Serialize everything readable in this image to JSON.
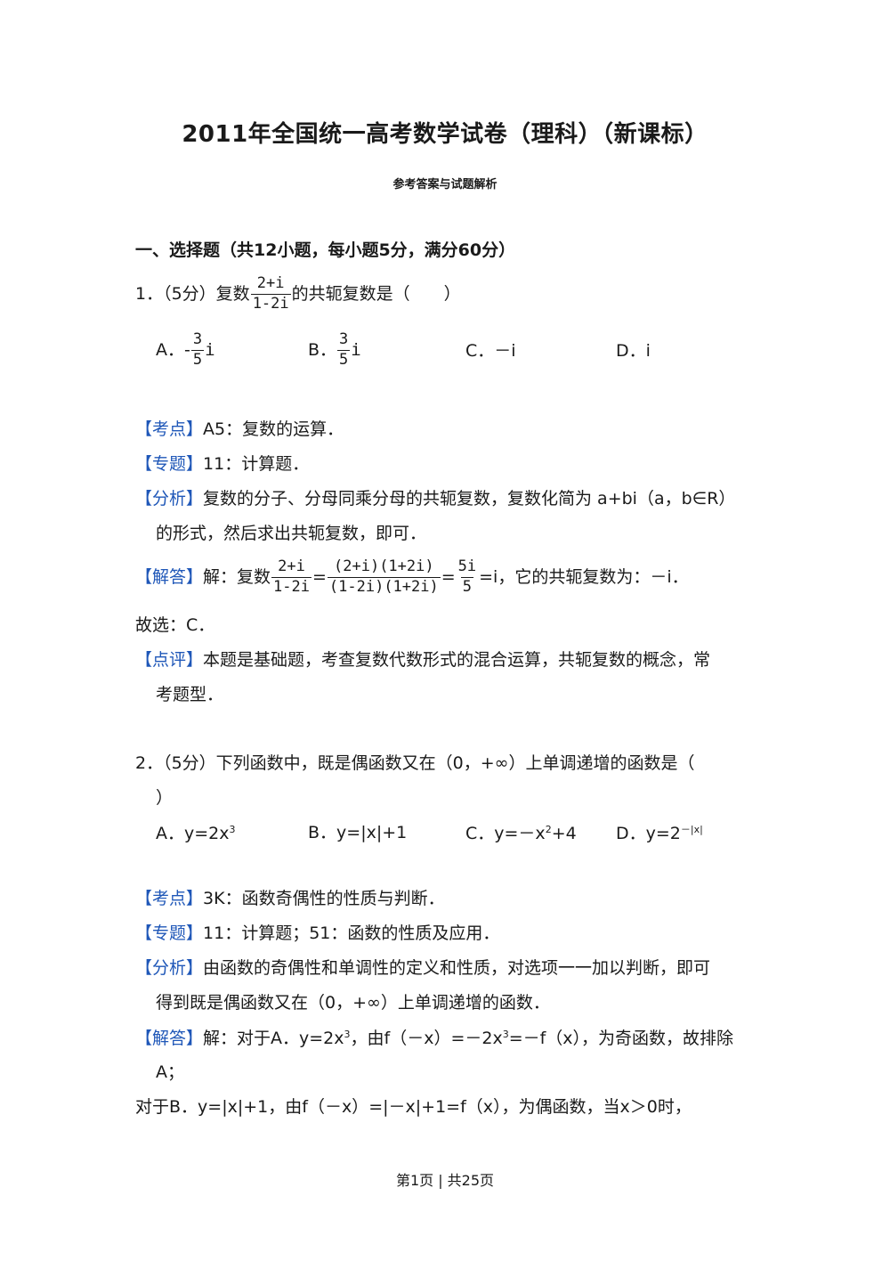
{
  "header": {
    "title": "2011年全国统一高考数学试卷（理科）（新课标）",
    "subtitle": "参考答案与试题解析"
  },
  "section": {
    "heading": "一、选择题（共12小题，每小题5分，满分60分）"
  },
  "q1": {
    "stem_pre": "1．（5分）复数",
    "frac_num": "2+i",
    "frac_den": "1-2i",
    "stem_post": "的共轭复数是（　　）",
    "opt_a_label": "A．",
    "opt_a_sign": "-",
    "opt_a_num": "3",
    "opt_a_den": "5",
    "opt_a_tail": "i",
    "opt_b_label": "B．",
    "opt_b_num": "3",
    "opt_b_den": "5",
    "opt_b_tail": "i",
    "opt_c": "C．－i",
    "opt_d": "D．i",
    "kaodian_tag": "【考点】",
    "kaodian": "A5：复数的运算．",
    "zhuanti_tag": "【专题】",
    "zhuanti": "11：计算题．",
    "fenxi_tag": "【分析】",
    "fenxi_1": "复数的分子、分母同乘分母的共轭复数，复数化简为 a+bi（a，b∈R）",
    "fenxi_2": "的形式，然后求出共轭复数，即可．",
    "jieda_tag": "【解答】",
    "jieda_pre": "解：复数",
    "jf1_num": "2+i",
    "jf1_den": "1-2i",
    "eq1": "=",
    "jf2_num": "(2+i)(1+2i)",
    "jf2_den": "(1-2i)(1+2i)",
    "eq2": "=",
    "jf3_num": "5i",
    "jf3_den": "5",
    "jieda_post": "=i，它的共轭复数为：－i．",
    "guxuan": "故选：C．",
    "dianping_tag": "【点评】",
    "dianping_1": "本题是基础题，考查复数代数形式的混合运算，共轭复数的概念，常",
    "dianping_2": "考题型．"
  },
  "q2": {
    "stem_1": "2．（5分）下列函数中，既是偶函数又在（0，+∞）上单调递增的函数是（",
    "stem_2": "）",
    "opt_a_pre": "A．y=2x",
    "opt_a_sup": "3",
    "opt_b": "B．y=|x|+1",
    "opt_c_pre": "C．y=－x",
    "opt_c_sup": "2",
    "opt_c_post": "+4",
    "opt_d_pre": "D．y=2",
    "opt_d_sup": "－|x|",
    "kaodian_tag": "【考点】",
    "kaodian": "3K：函数奇偶性的性质与判断．",
    "zhuanti_tag": "【专题】",
    "zhuanti": "11：计算题；51：函数的性质及应用．",
    "fenxi_tag": "【分析】",
    "fenxi_1": "由函数的奇偶性和单调性的定义和性质，对选项一一加以判断，即可",
    "fenxi_2": "得到既是偶函数又在（0，+∞）上单调递增的函数．",
    "jieda_tag": "【解答】",
    "jieda_1a": "解：对于A．y=2x",
    "jieda_1sup": "3",
    "jieda_1b": "，由f（－x）=－2x",
    "jieda_1sup2": "3",
    "jieda_1c": "=－f（x），为奇函数，故排除",
    "jieda_2": "A；",
    "jieda_3": "对于B．y=|x|+1，由f（－x）=|－x|+1=f（x），为偶函数，当x＞0时，"
  },
  "footer": {
    "page": "第1页 | 共25页"
  }
}
